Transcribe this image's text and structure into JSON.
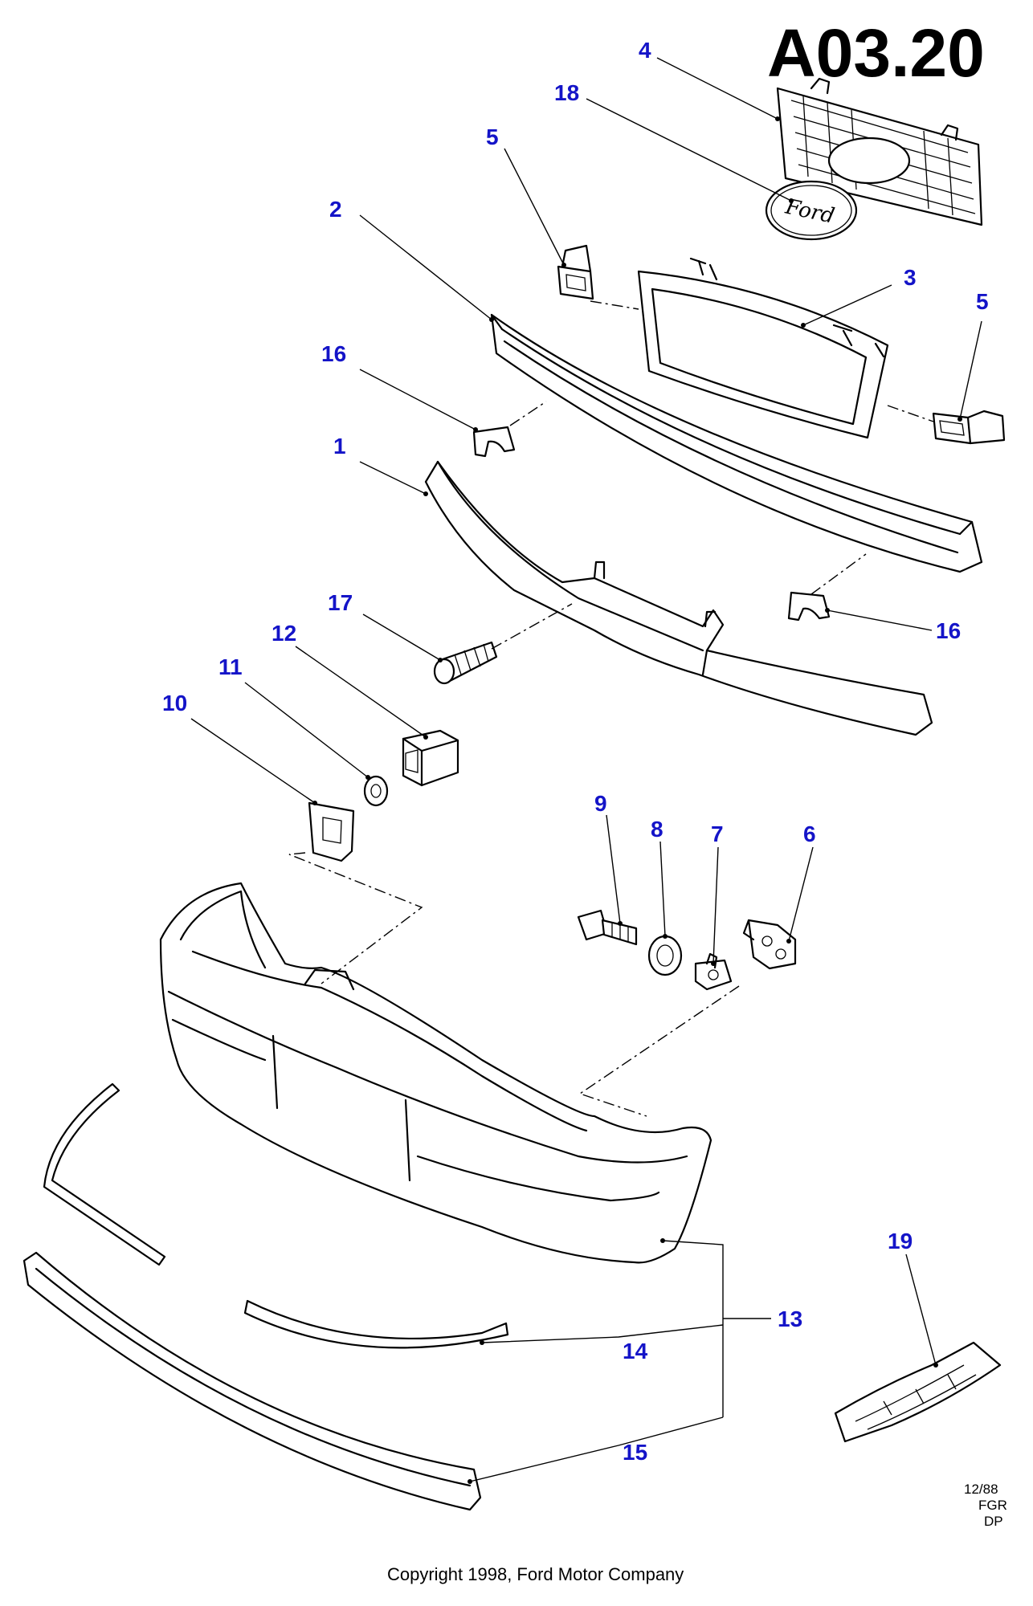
{
  "diagram": {
    "code": "A03.20",
    "stamp": [
      "12/88",
      "FGR",
      "DP"
    ],
    "copyright": "Copyright 1998, Ford Motor Company",
    "logo_text": "Ford",
    "callouts": [
      "1",
      "2",
      "3",
      "4",
      "5",
      "5",
      "6",
      "7",
      "8",
      "9",
      "10",
      "11",
      "12",
      "13",
      "14",
      "15",
      "16",
      "16",
      "17",
      "18",
      "19"
    ]
  }
}
